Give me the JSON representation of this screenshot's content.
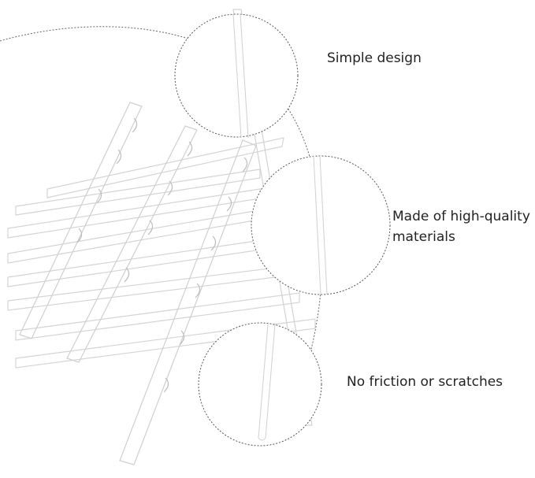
{
  "features": [
    {
      "label": "Simple design"
    },
    {
      "label_line1": "Made of high-quality",
      "label_line2": "materials"
    },
    {
      "label": "No friction or scratches"
    }
  ],
  "colors": {
    "background": "#ffffff",
    "rod_outline": "#d8d8d8",
    "dashed_circle": "#555555",
    "text": "#222222"
  }
}
